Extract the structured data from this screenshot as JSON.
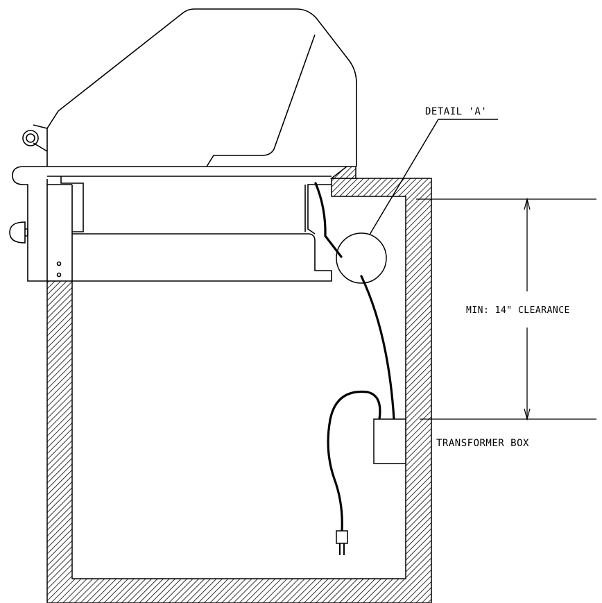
{
  "labels": {
    "detail": "DETAIL 'A'",
    "clearance": "MIN: 14\" CLEARANCE",
    "transformer": "TRANSFORMER BOX"
  },
  "colors": {
    "line": "#000000",
    "background": "#ffffff"
  }
}
